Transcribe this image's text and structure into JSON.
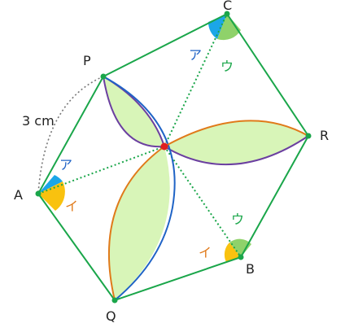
{
  "figure": {
    "points": {
      "A": "A",
      "B": "B",
      "C": "C",
      "P": "P",
      "Q": "Q",
      "R": "R"
    },
    "angle_labels": {
      "a": "ア",
      "i": "イ",
      "u": "ウ"
    },
    "length_label": "3 cm",
    "colors": {
      "hexagon": "#1aa64a",
      "dotted": "#1aa64a",
      "arc_purple": "#6b3fa0",
      "arc_blue": "#1f63c6",
      "arc_orange": "#e07a1a",
      "leaf_fill": "#d8f5b8",
      "angle_blue": "#1ba6e8",
      "angle_yellow": "#f9c20f",
      "angle_green": "#8fd26a",
      "center_dot": "#e02020",
      "label_blue": "#1f63c6",
      "label_orange": "#e07a1a",
      "label_green": "#1aa64a"
    }
  }
}
